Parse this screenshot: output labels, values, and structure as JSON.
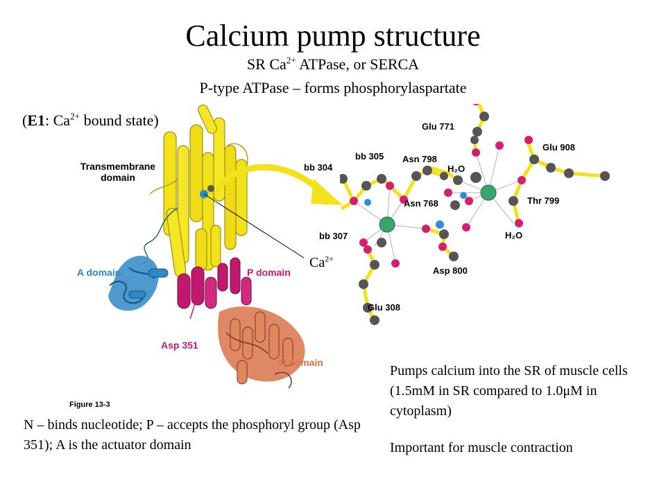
{
  "slide": {
    "title": "Calcium pump structure",
    "subtitle_prefix": "SR Ca",
    "subtitle_sup": "2+",
    "subtitle_suffix": " ATPase, or SERCA",
    "subtitle2": "P-type ATPase – forms phosphorylaspartate",
    "state_open": "(",
    "state_bold": "E1",
    "state_rest": ": Ca",
    "state_sup": "2+",
    "state_close": " bound state)"
  },
  "protein_figure": {
    "transmembrane_line1": "Transmembrane",
    "transmembrane_line2": "domain",
    "a_domain": "A domain",
    "p_domain": "P domain",
    "n_domain": "N domain",
    "asp351": "Asp 351",
    "figure_caption": "Figure 13-3",
    "ca_label": "Ca",
    "ca_sup": "2+",
    "colors": {
      "transmembrane": "#f2e21a",
      "a_domain": "#2f88c6",
      "p_domain": "#c2196e",
      "n_domain": "#d9734a",
      "label_blue": "#2f88c6",
      "label_magenta": "#c2196e",
      "label_orange": "#d9734a"
    }
  },
  "binding_site": {
    "labels": {
      "glu771": "Glu 771",
      "glu908": "Glu 908",
      "bb304": "bb 304",
      "bb305": "bb 305",
      "asn798": "Asn 798",
      "h2o_top": "H₂O",
      "asn768": "Asn 768",
      "thr799": "Thr 799",
      "bb307": "bb 307",
      "h2o_bottom": "H₂O",
      "asp800": "Asp 800",
      "glu308": "Glu 308"
    },
    "colors": {
      "bond": "#f2e21a",
      "carbon": "#555555",
      "oxygen": "#d21f6f",
      "nitrogen": "#2a8fd6",
      "calcium": "#3aa66b"
    }
  },
  "text": {
    "right_para1": "Pumps calcium into the SR of muscle cells (1.5mM in SR compared to 1.0μM in cytoplasm)",
    "right_para2": "Important for muscle contraction",
    "left_para": "N – binds nucleotide; P – accepts the phosphoryl group (Asp 351); A is the actuator domain"
  }
}
